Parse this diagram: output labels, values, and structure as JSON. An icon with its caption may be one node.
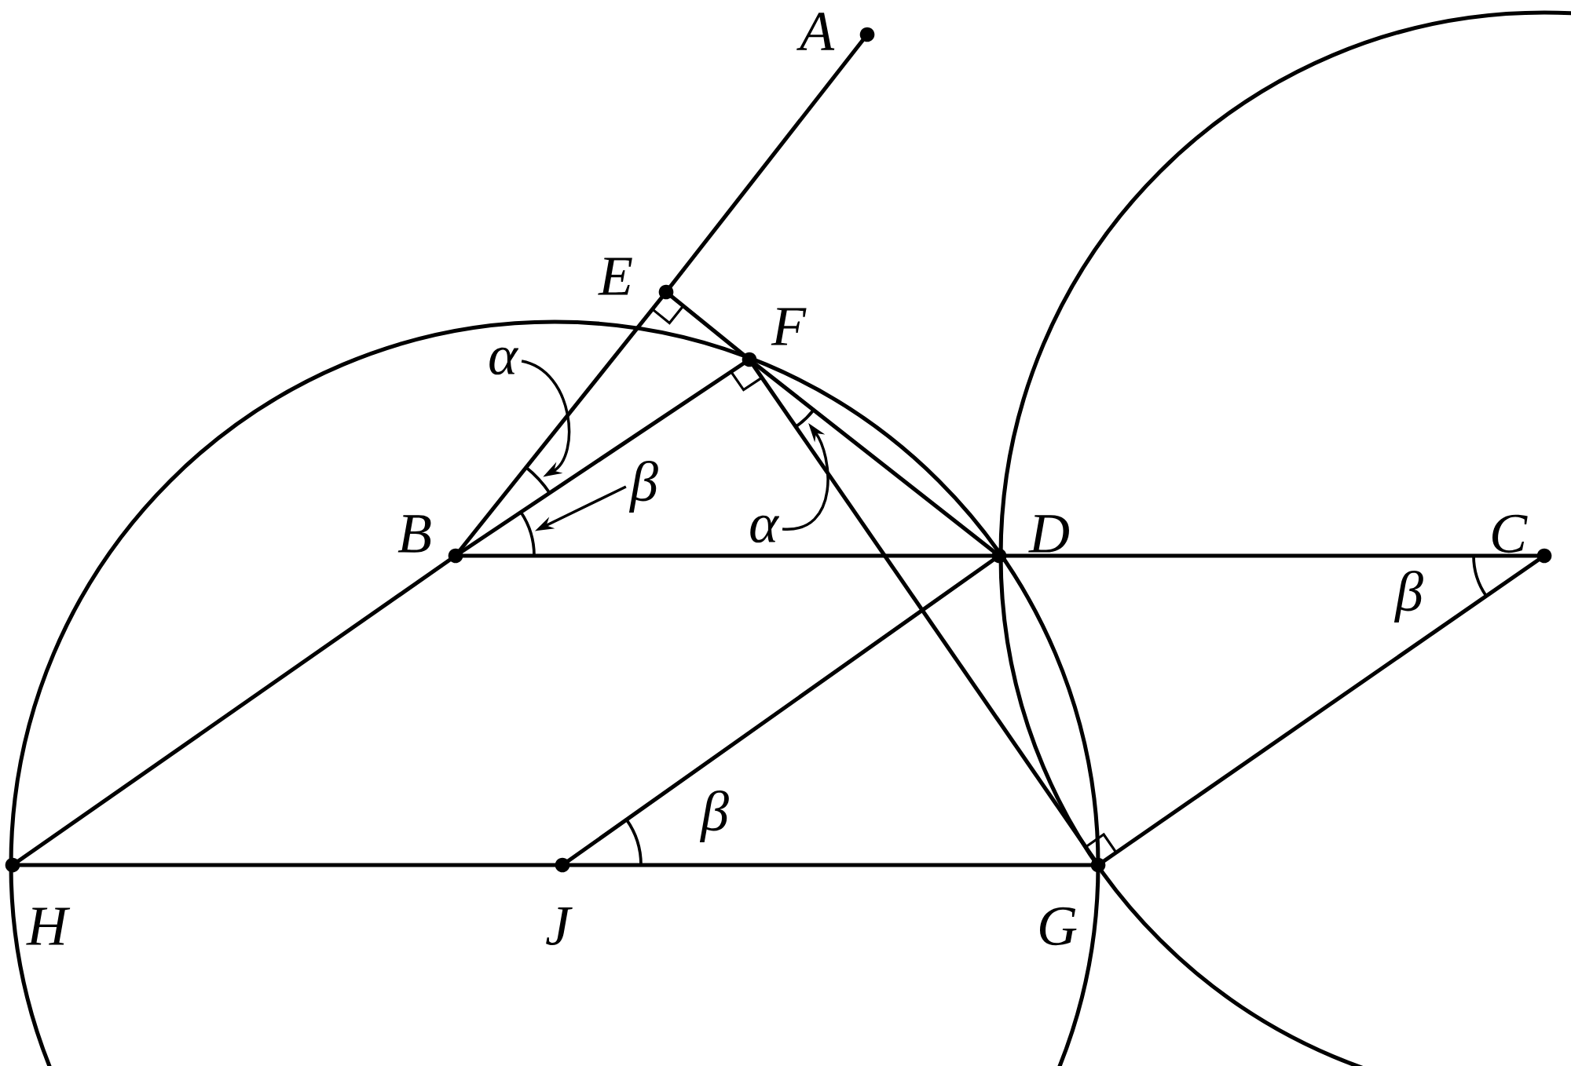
{
  "diagram": {
    "nodes": [
      {
        "text": [],
        "shape": "circle",
        "beside": [
          "A"
        ]
      },
      {
        "text": [],
        "shape": "circle",
        "beside": [
          "E"
        ]
      },
      {
        "text": [],
        "shape": "circle",
        "beside": [
          "F"
        ]
      },
      {
        "text": [],
        "shape": "circle",
        "beside": [
          "B"
        ]
      },
      {
        "text": [],
        "shape": "circle",
        "beside": [
          "D"
        ]
      },
      {
        "text": [],
        "shape": "circle",
        "beside": [
          "C"
        ]
      },
      {
        "text": [],
        "shape": "circle",
        "beside": [
          "H"
        ]
      },
      {
        "text": [],
        "shape": "circle",
        "beside": [
          "J"
        ]
      },
      {
        "text": [],
        "shape": "circle",
        "beside": [
          "G"
        ]
      },
      {
        "text": [
          "α"
        ]
      },
      {
        "text": [
          "β"
        ]
      },
      {
        "text": [
          "α"
        ]
      },
      {
        "text": [],
        "shape": "arc"
      },
      {
        "text": [],
        "shape": "arc"
      },
      {
        "text": [],
        "shape": "arc"
      }
    ],
    "edges": [
      {
        "from": 0,
        "to": 1,
        "arrow": "none"
      },
      {
        "from": 1,
        "to": 3,
        "arrow": "none"
      },
      {
        "from": 1,
        "to": 2,
        "arrow": "none"
      },
      {
        "from": 2,
        "to": 4,
        "arrow": "none"
      },
      {
        "from": 3,
        "to": 2,
        "arrow": "none"
      },
      {
        "from": 3,
        "to": 4,
        "arrow": "none"
      },
      {
        "from": 4,
        "to": 5,
        "arrow": "none"
      },
      {
        "from": 3,
        "to": 6,
        "arrow": "none"
      },
      {
        "from": 6,
        "to": 7,
        "arrow": "none"
      },
      {
        "from": 7,
        "to": 8,
        "arrow": "none"
      },
      {
        "from": 7,
        "to": 4,
        "arrow": "none"
      },
      {
        "from": 2,
        "to": 8,
        "arrow": "none"
      },
      {
        "from": 8,
        "to": 5,
        "arrow": "none"
      },
      {
        "from": 9,
        "to": 12,
        "arrow": "to"
      },
      {
        "from": 10,
        "to": 13,
        "arrow": "to"
      },
      {
        "from": 11,
        "to": 14,
        "arrow": "to"
      }
    ],
    "labels": [
      "β",
      "β"
    ]
  }
}
